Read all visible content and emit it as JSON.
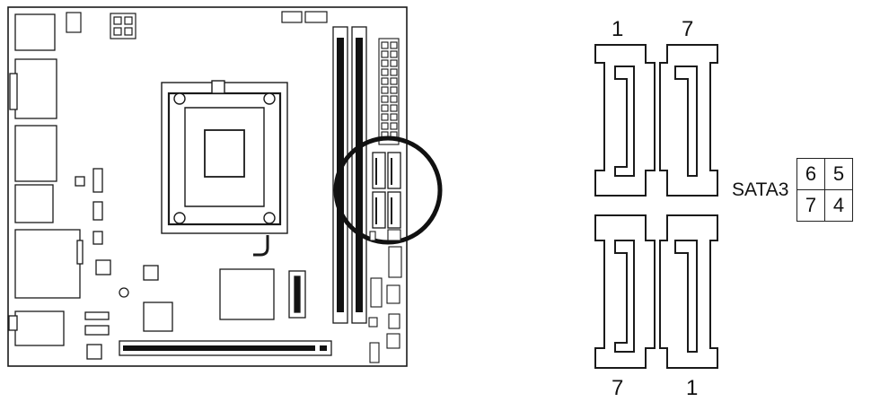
{
  "connector_label": "SATA3",
  "pin_top_left": "1",
  "pin_top_right": "7",
  "pin_bottom_left": "7",
  "pin_bottom_right": "1",
  "port_table": [
    [
      "6",
      "5"
    ],
    [
      "7",
      "4"
    ]
  ],
  "colors": {
    "line": "#1a1a1a",
    "slot": "#111111",
    "fill": "#ffffff"
  }
}
